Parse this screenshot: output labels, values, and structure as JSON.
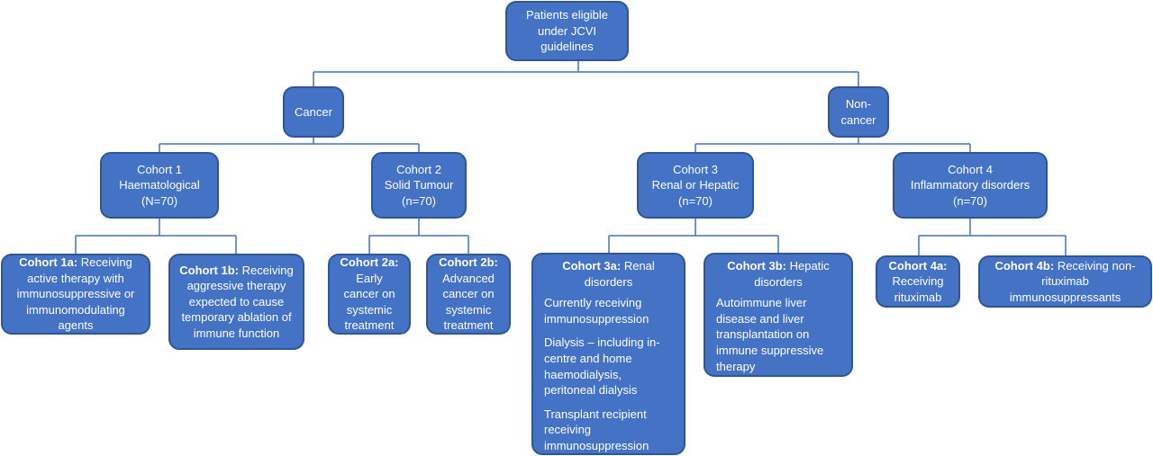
{
  "root": {
    "lines": [
      "Patients eligible",
      "under JCVI",
      "guidelines"
    ]
  },
  "cancer": {
    "label": "Cancer"
  },
  "noncancer": {
    "lines": [
      "Non-",
      "cancer"
    ]
  },
  "cohort1": {
    "lines": [
      "Cohort 1",
      "Haematological",
      "(N=70)"
    ]
  },
  "cohort2": {
    "lines": [
      "Cohort 2",
      "Solid Tumour",
      "(n=70)"
    ]
  },
  "cohort3": {
    "lines": [
      "Cohort 3",
      "Renal or Hepatic",
      "(n=70)"
    ]
  },
  "cohort4": {
    "lines": [
      "Cohort 4",
      "Inflammatory disorders",
      "(n=70)"
    ]
  },
  "c1a": {
    "title": "Cohort 1a:",
    "text": "Receiving active therapy with immunosuppressive or immunomodulating agents"
  },
  "c1b": {
    "title": "Cohort 1b:",
    "text": "Receiving aggressive therapy expected to cause temporary ablation of immune function"
  },
  "c2a": {
    "title": "Cohort 2a:",
    "text": "Early cancer on systemic treatment"
  },
  "c2b": {
    "title": "Cohort 2b:",
    "text": "Advanced cancer on systemic treatment"
  },
  "c3a": {
    "title": "Cohort 3a:",
    "text": "Renal disorders",
    "items": [
      "Currently receiving immunosuppression",
      "Dialysis – including in-centre and home haemodialysis, peritoneal dialysis",
      "Transplant recipient receiving immunosuppression"
    ]
  },
  "c3b": {
    "title": "Cohort 3b:",
    "text": "Hepatic disorders",
    "items": [
      "Autoimmune liver disease and liver transplantation on immune suppressive therapy"
    ]
  },
  "c4a": {
    "title": "Cohort 4a:",
    "text": "Receiving rituximab"
  },
  "c4b": {
    "title": "Cohort 4b:",
    "text": "Receiving non-rituximab immunosuppressants"
  },
  "colors": {
    "box_fill": "#4472c4",
    "box_border": "#2f5597",
    "connector": "#4472c4",
    "text": "#ffffff"
  }
}
